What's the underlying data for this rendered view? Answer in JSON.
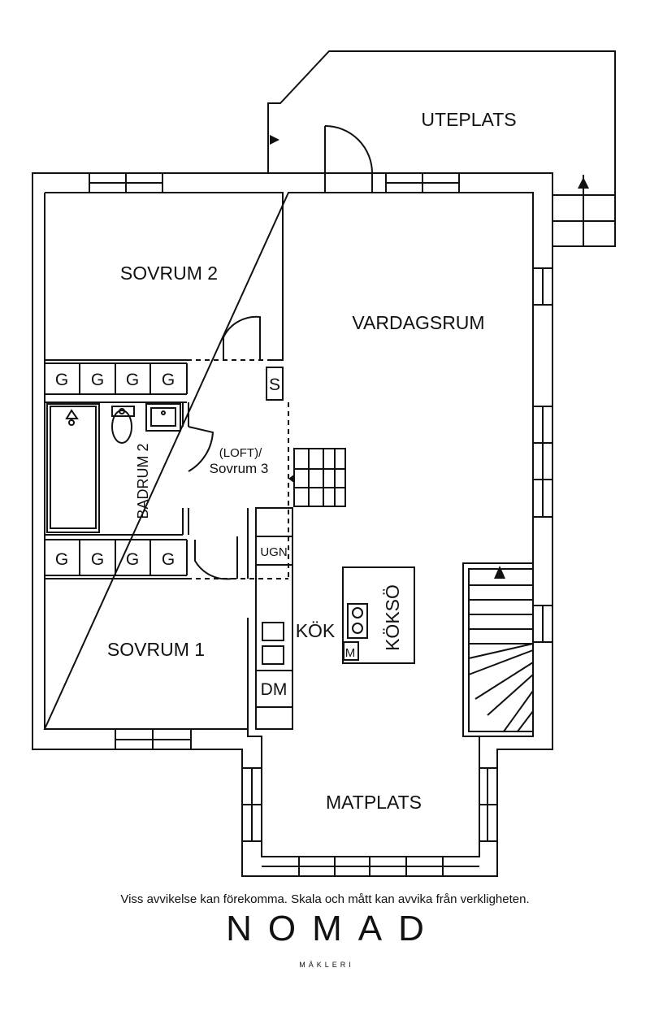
{
  "rooms": {
    "uteplats": "UTEPLATS",
    "sovrum2": "SOVRUM 2",
    "vardagsrum": "VARDAGSRUM",
    "loft_line1": "(LOFT)/",
    "loft_line2": "Sovrum 3",
    "badrum2": "BADRUM 2",
    "kok": "KÖK",
    "koksö": "KÖKSÖ",
    "sovrum1": "SOVRUM 1",
    "matplats": "MATPLATS"
  },
  "fixtures": {
    "garderob": "G",
    "stad": "S",
    "ugn": "UGN",
    "diskmaskin": "DM",
    "mikro": "M"
  },
  "footer": {
    "disclaimer": "Viss avvikelse kan förekomma. Skala och mått kan avvika från verkligheten.",
    "brand": "NOMAD",
    "brand_sub": "MÄKLERI"
  }
}
